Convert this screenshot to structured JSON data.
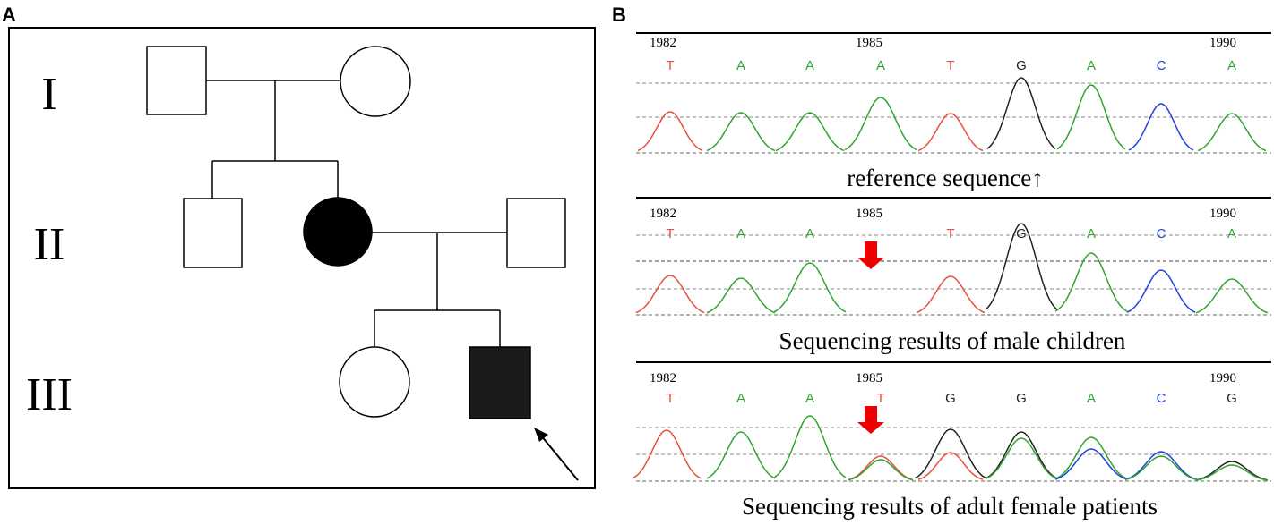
{
  "panels": {
    "a_label": "A",
    "b_label": "B"
  },
  "pedigree": {
    "generations": [
      "I",
      "II",
      "III"
    ],
    "individuals": [
      {
        "id": "I-1",
        "sex": "male",
        "affected": false
      },
      {
        "id": "I-2",
        "sex": "female",
        "affected": false
      },
      {
        "id": "II-1",
        "sex": "male",
        "affected": false
      },
      {
        "id": "II-2",
        "sex": "female",
        "affected": true
      },
      {
        "id": "II-3",
        "sex": "male",
        "affected": false
      },
      {
        "id": "III-1",
        "sex": "female",
        "affected": false
      },
      {
        "id": "III-2",
        "sex": "male",
        "affected": true,
        "proband": true
      }
    ]
  },
  "base_colors": {
    "T": "#e8503c",
    "A": "#2fa52f",
    "C": "#2040e0",
    "G": "#222222"
  },
  "chromatograms": [
    {
      "caption": "reference sequence",
      "caption_arrow": "↑",
      "positions": [
        "1982",
        "1985",
        "1990"
      ],
      "bases": [
        "T",
        "A",
        "A",
        "A",
        "T",
        "G",
        "A",
        "C",
        "A"
      ],
      "deletion_marker": false
    },
    {
      "caption": "Sequencing results of  male children",
      "positions": [
        "1982",
        "1985",
        "1990"
      ],
      "bases": [
        "T",
        "A",
        "A",
        "T",
        "G",
        "A",
        "C",
        "A"
      ],
      "deletion_marker": true
    },
    {
      "caption": "Sequencing results of  adult female patients",
      "positions": [
        "1982",
        "1985",
        "1990"
      ],
      "bases": [
        "T",
        "A",
        "A",
        "T",
        "G",
        "G",
        "A",
        "C",
        "G"
      ],
      "deletion_marker": true
    }
  ]
}
